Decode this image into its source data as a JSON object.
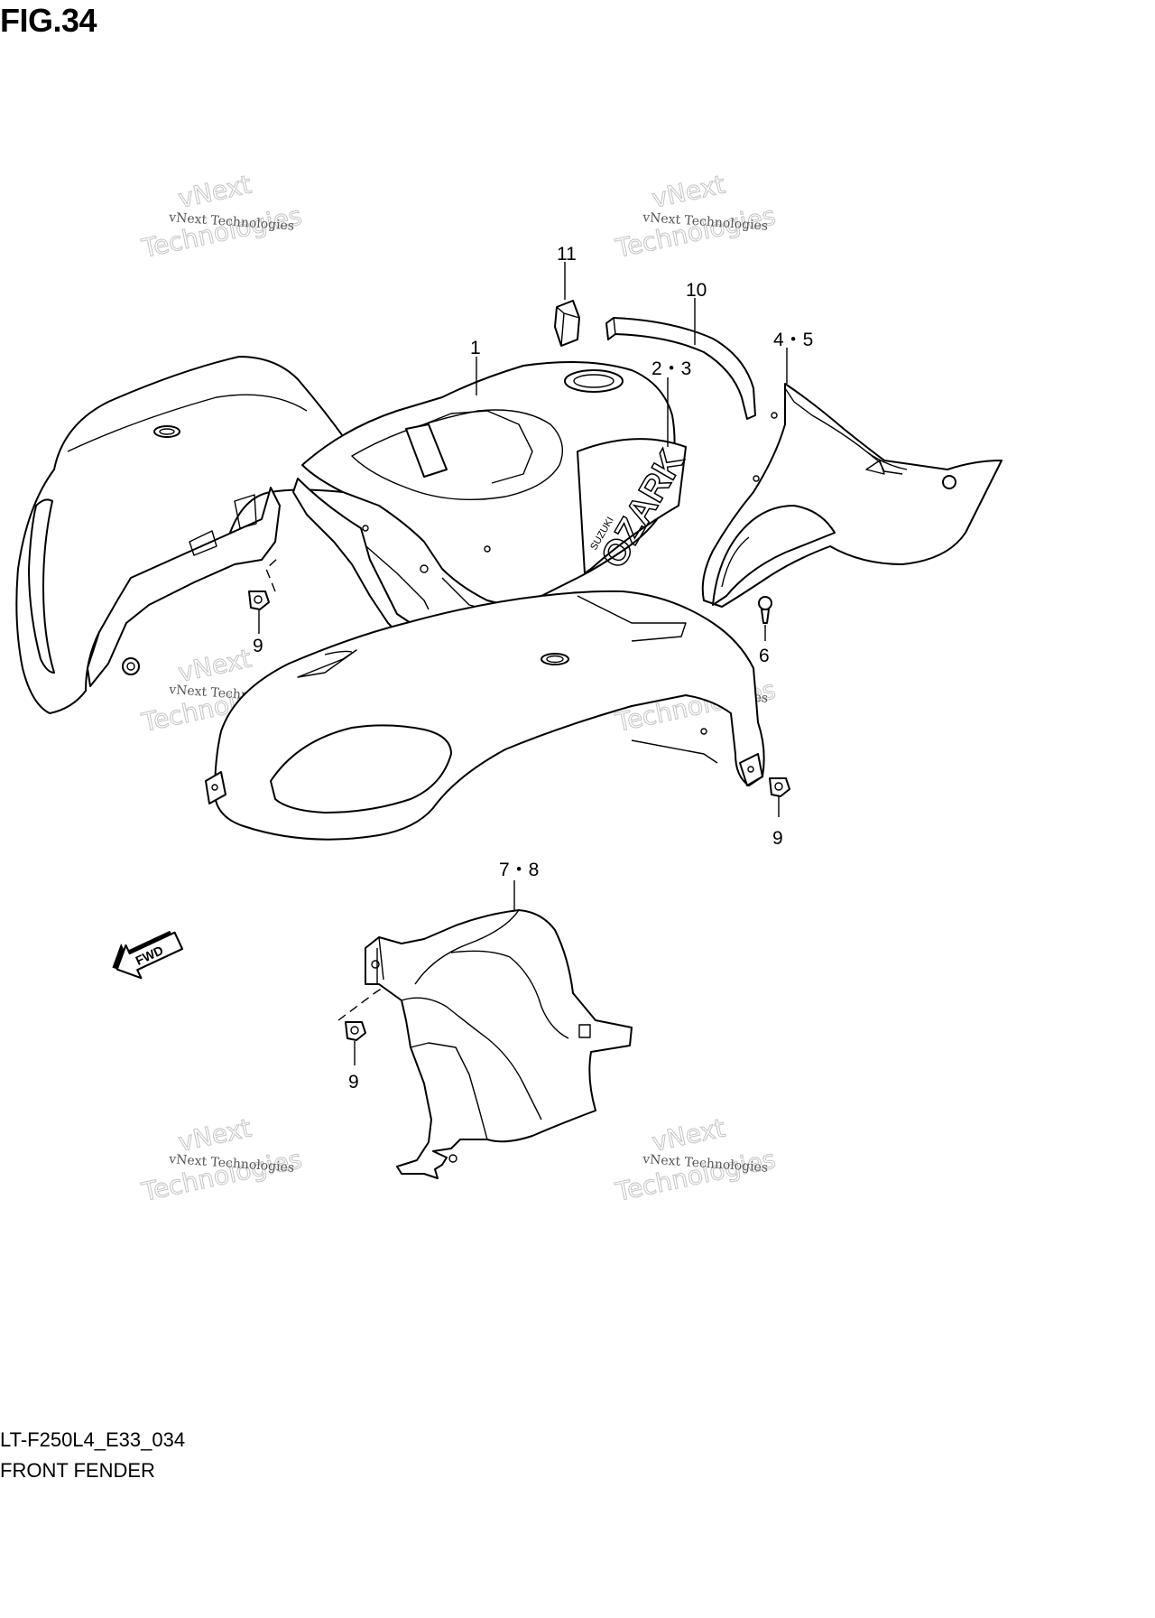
{
  "figure": {
    "title": "FIG.34",
    "model_code": "LT-F250L4_E33_034",
    "section_name": "FRONT FENDER"
  },
  "callouts": [
    {
      "id": "c1",
      "label": "1"
    },
    {
      "id": "c23",
      "label": "2・3"
    },
    {
      "id": "c45",
      "label": "4・5"
    },
    {
      "id": "c6",
      "label": "6"
    },
    {
      "id": "c78",
      "label": "7・8"
    },
    {
      "id": "c9a",
      "label": "9"
    },
    {
      "id": "c9b",
      "label": "9"
    },
    {
      "id": "c9c",
      "label": "9"
    },
    {
      "id": "c10",
      "label": "10"
    },
    {
      "id": "c11",
      "label": "11"
    }
  ],
  "fwd_arrow": {
    "label": "FWD"
  },
  "decal_text": {
    "brand": "SUZUKI",
    "model": "OZARK"
  },
  "watermark": {
    "small": "vNext Technologies",
    "big_top": "vNext",
    "big_bottom": "Technologies"
  }
}
